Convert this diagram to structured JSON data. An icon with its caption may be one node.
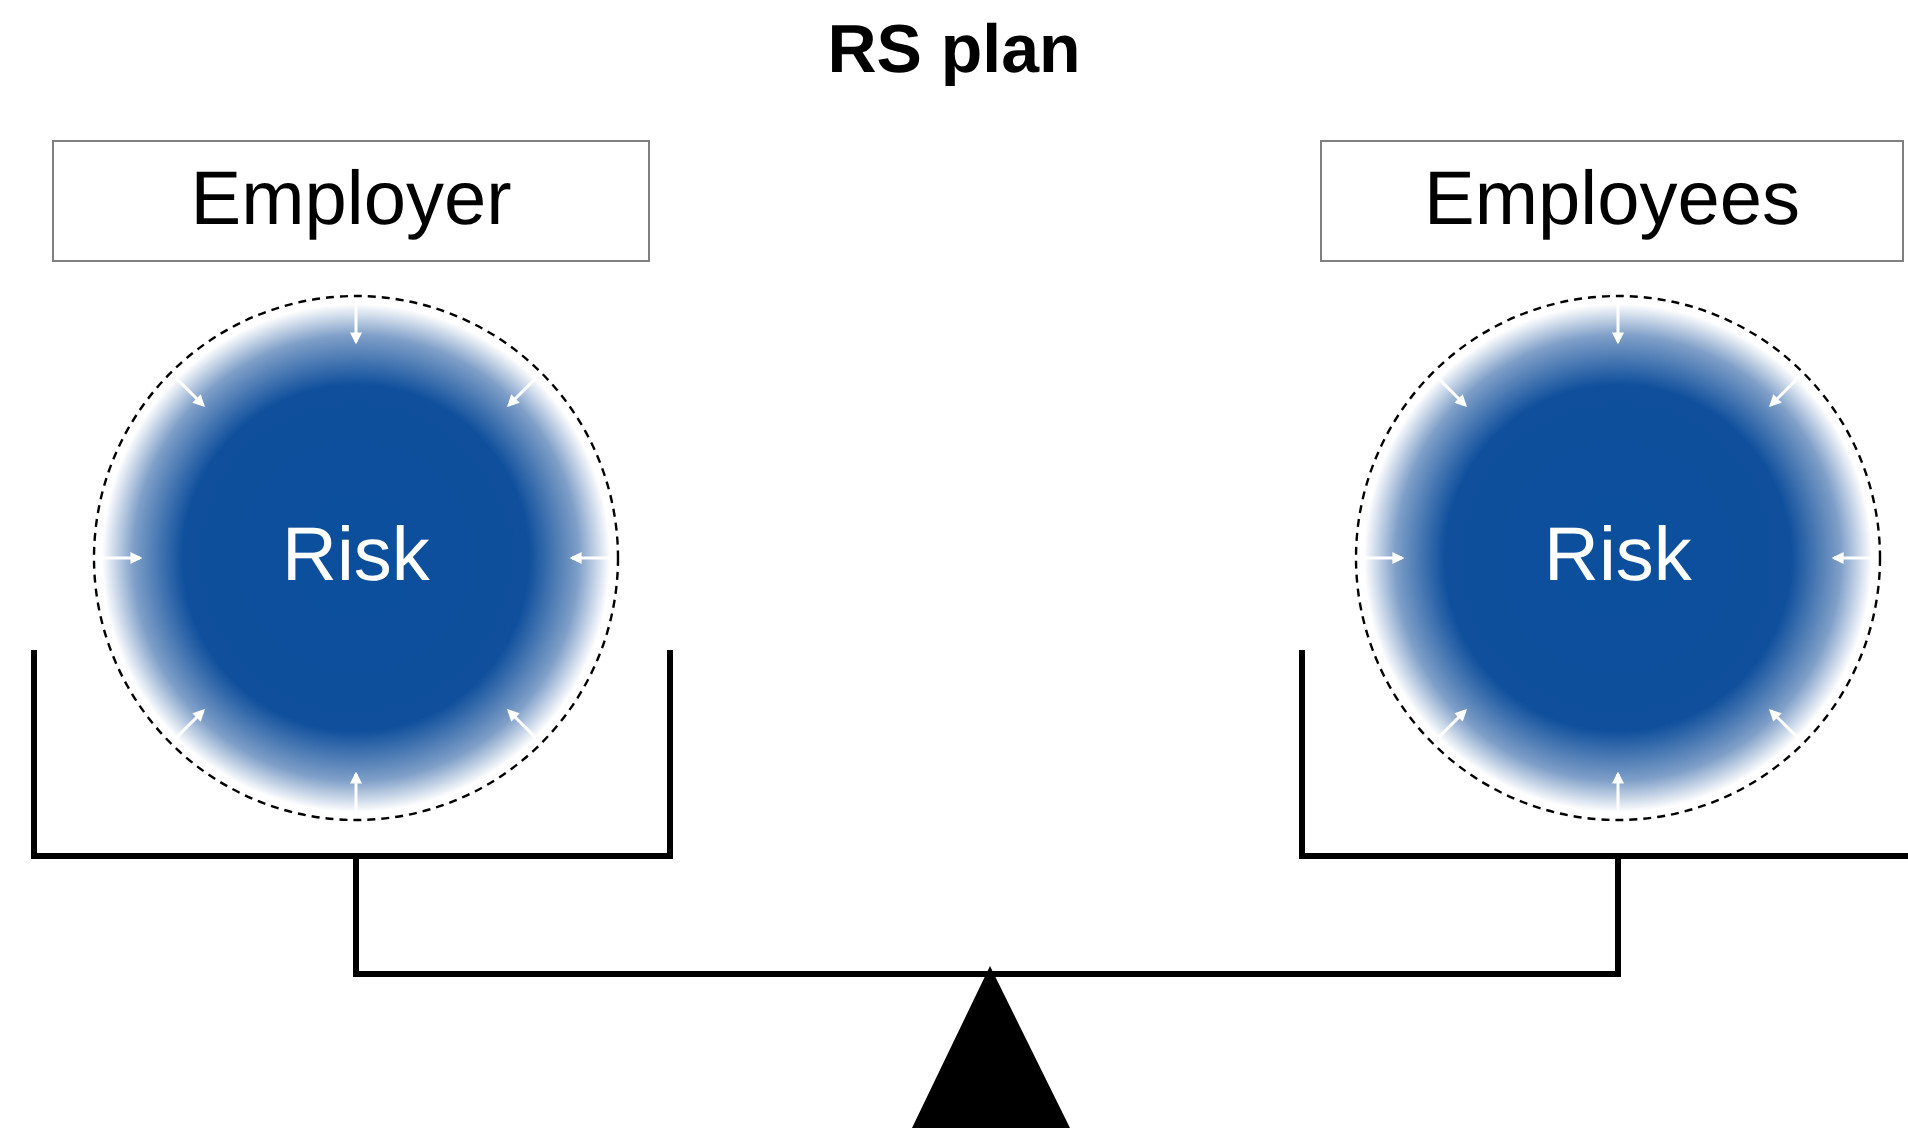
{
  "diagram": {
    "title": "RS plan",
    "nodes": [
      {
        "text": [
          "Employer"
        ]
      },
      {
        "text": [
          "Risk"
        ]
      },
      {
        "text": [
          "Employees"
        ]
      },
      {
        "text": [
          "Risk"
        ]
      }
    ]
  }
}
